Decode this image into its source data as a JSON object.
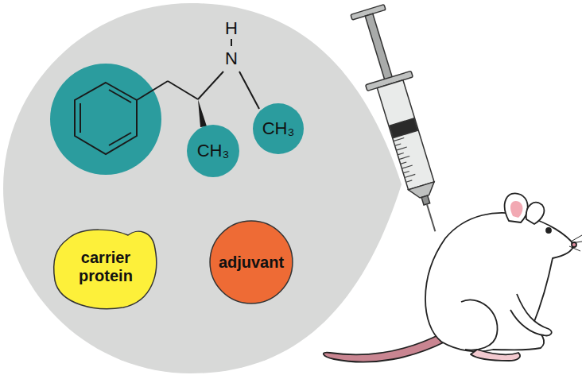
{
  "diagram": {
    "nodes": [
      {
        "text": [
          "CH₃"
        ]
      },
      {
        "text": [
          "CH₃"
        ]
      },
      {
        "text": [
          "carrier protein"
        ]
      },
      {
        "text": [
          "adjuvant"
        ]
      }
    ],
    "labels": [
      "H",
      "N"
    ]
  }
}
